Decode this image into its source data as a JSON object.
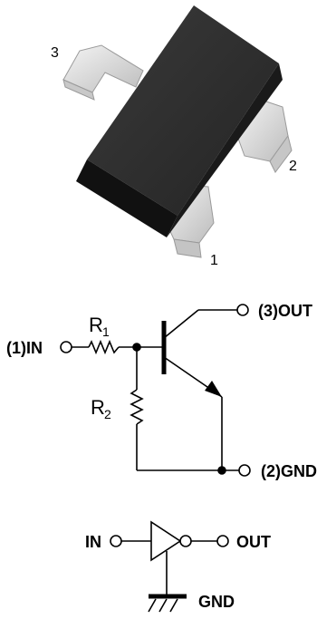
{
  "package": {
    "pins": [
      "3",
      "2",
      "1"
    ]
  },
  "schematic": {
    "in_label": "(1)IN",
    "out_label": "(3)OUT",
    "gnd_label": "(2)GND",
    "r1": {
      "letter": "R",
      "sub": "1"
    },
    "r2": {
      "letter": "R",
      "sub": "2"
    }
  },
  "symbol": {
    "in_label": "IN",
    "out_label": "OUT",
    "gnd_label": "GND"
  },
  "colors": {
    "body": "#2b2b2b",
    "lead": "#dedede",
    "line": "#000000"
  }
}
